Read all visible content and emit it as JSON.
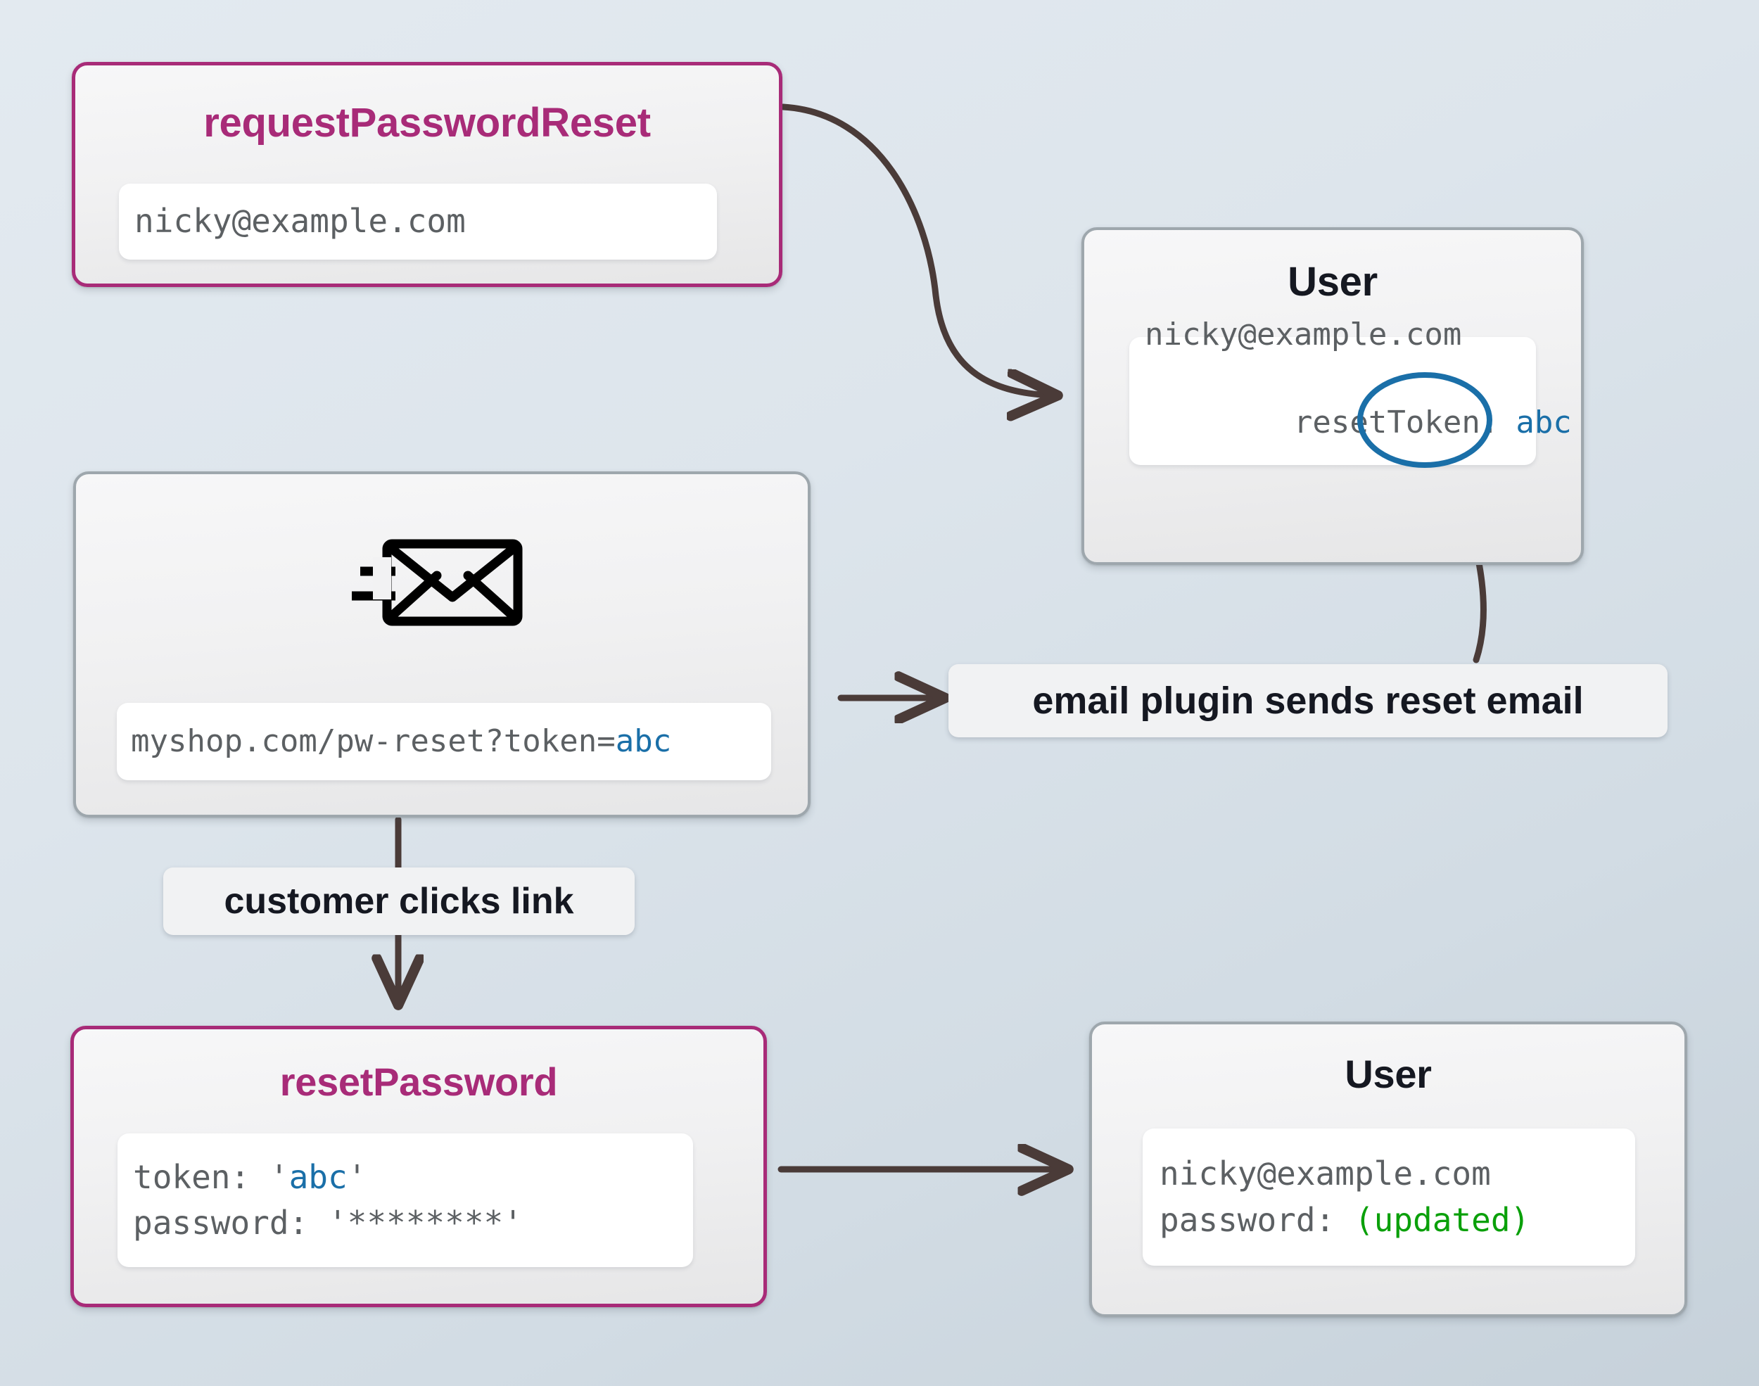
{
  "diagram": {
    "title": "password reset token flow",
    "colors": {
      "api_border": "#a82b78",
      "api_title": "#a82b78",
      "entity_border": "#9ea7ad",
      "entity_title": "#151821",
      "token_highlight": "#1a6fa8",
      "updated_highlight": "#0aa00a",
      "arrow": "#4a3b38",
      "code_text": "#5c6063",
      "background": "#dde5ec"
    }
  },
  "nodes": {
    "request_password_reset": {
      "type": "api-call",
      "title": "requestPasswordReset",
      "lines": [
        {
          "parts": [
            {
              "text": "nicky@example.com",
              "style": "gray"
            }
          ]
        }
      ]
    },
    "user_top": {
      "type": "entity",
      "title": "User",
      "lines": [
        {
          "parts": [
            {
              "text": "nicky@example.com",
              "style": "gray"
            }
          ]
        },
        {
          "parts": [
            {
              "text": "resetToken: ",
              "style": "gray"
            },
            {
              "text": "abc",
              "style": "blue-circled"
            }
          ]
        }
      ]
    },
    "email": {
      "type": "entity",
      "icon": "envelope-send-icon",
      "lines": [
        {
          "parts": [
            {
              "text": "myshop.com/pw-reset?token=",
              "style": "gray"
            },
            {
              "text": "abc",
              "style": "blue"
            }
          ]
        }
      ]
    },
    "reset_password": {
      "type": "api-call",
      "title": "resetPassword",
      "lines": [
        {
          "parts": [
            {
              "text": "token: ",
              "style": "gray"
            },
            {
              "text": "'",
              "style": "gray"
            },
            {
              "text": "abc",
              "style": "blue"
            },
            {
              "text": "'",
              "style": "gray"
            }
          ]
        },
        {
          "parts": [
            {
              "text": "password: ",
              "style": "gray"
            },
            {
              "text": "'********'",
              "style": "gray"
            }
          ]
        }
      ]
    },
    "user_bottom": {
      "type": "entity",
      "title": "User",
      "lines": [
        {
          "parts": [
            {
              "text": "nicky@example.com",
              "style": "gray"
            }
          ]
        },
        {
          "parts": [
            {
              "text": "password: ",
              "style": "gray"
            },
            {
              "text": "(updated)",
              "style": "green"
            }
          ]
        }
      ]
    }
  },
  "edges": [
    {
      "id": "request-to-user",
      "from": "request_password_reset",
      "to": "user_top",
      "label": "",
      "style": "curved-arrow"
    },
    {
      "id": "user-to-email-plugin",
      "from": "user_top",
      "to": "email",
      "label": "email plugin sends reset email",
      "style": "curved-arrow"
    },
    {
      "id": "email-to-reset",
      "from": "email",
      "to": "reset_password",
      "label": "customer clicks link",
      "style": "straight-arrow"
    },
    {
      "id": "reset-to-user",
      "from": "reset_password",
      "to": "user_bottom",
      "label": "",
      "style": "straight-arrow"
    }
  ],
  "text": {
    "request_title": "requestPasswordReset",
    "request_email": "nicky@example.com",
    "user_top_title": "User",
    "user_top_email": "nicky@example.com",
    "user_top_token_key": "resetToken:",
    "user_top_token_value": "abc",
    "email_url_prefix": "myshop.com/pw-reset?token=",
    "email_url_token": "abc",
    "label_email_plugin": "email plugin sends reset email",
    "label_clicks_link": "customer clicks link",
    "reset_title": "resetPassword",
    "reset_token_key": "token: ",
    "reset_token_quote_open": "'",
    "reset_token_value": "abc",
    "reset_token_quote_close": "'",
    "reset_password_key": "password: ",
    "reset_password_value": "'********'",
    "user_bottom_title": "User",
    "user_bottom_email": "nicky@example.com",
    "user_bottom_password_key": "password: ",
    "user_bottom_password_value": "(updated)"
  }
}
